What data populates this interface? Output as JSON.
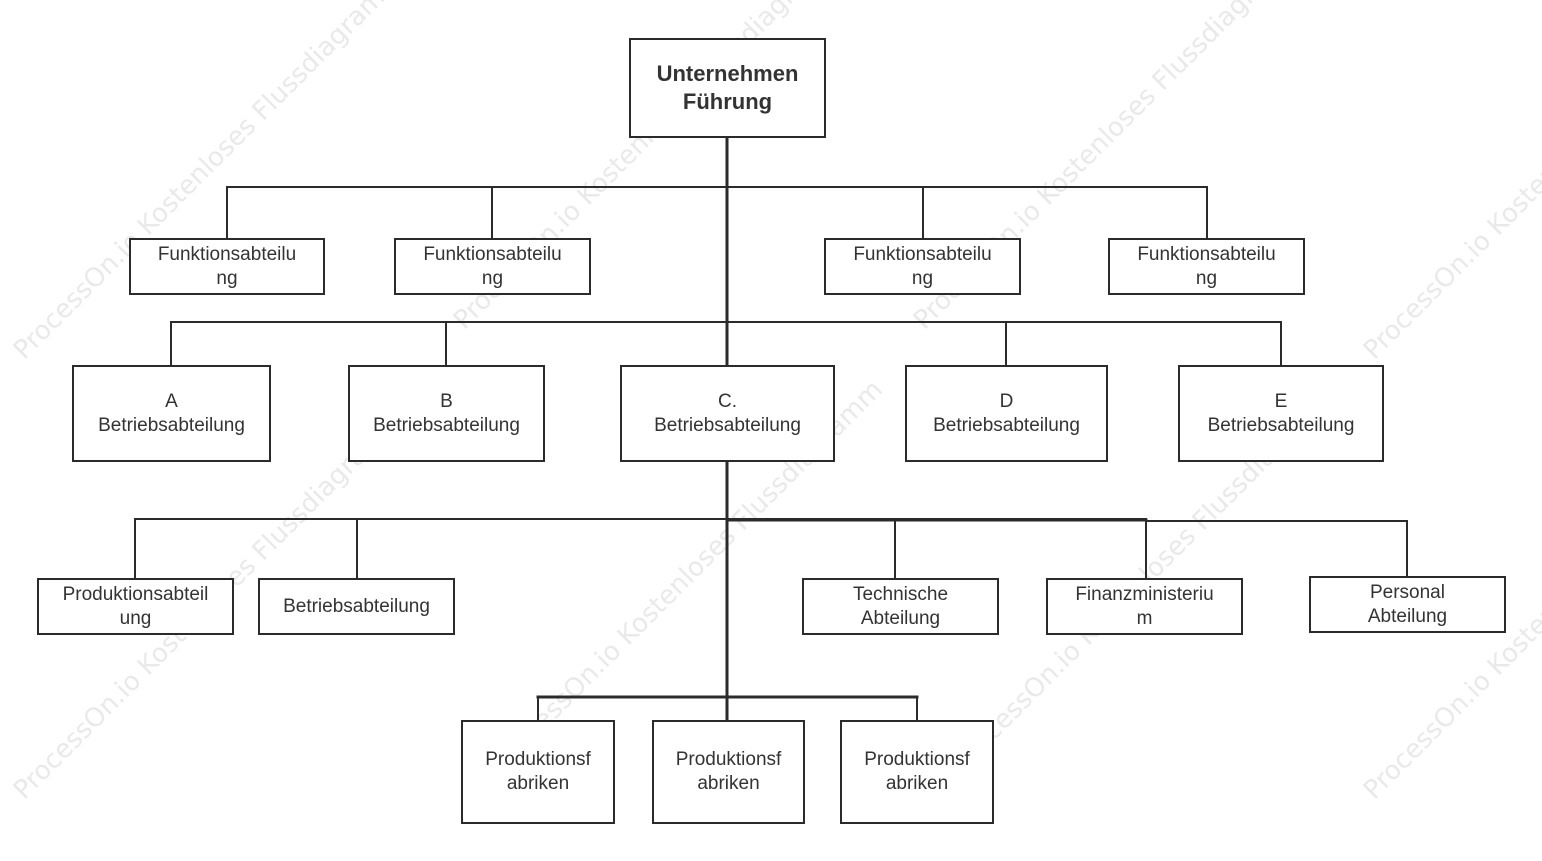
{
  "watermark": "ProcessOn.io Kostenloses Flussdiagramm",
  "colors": {
    "line": "#2b2b2b",
    "text": "#333333",
    "background": "#ffffff"
  },
  "nodes": {
    "root": "Unternehmen\nFührung",
    "func1": "Funktionsabteilu\nng",
    "func2": "Funktionsabteilu\nng",
    "func3": "Funktionsabteilu\nng",
    "func4": "Funktionsabteilu\nng",
    "deptA": "A\nBetriebsabteilung",
    "deptB": "B\nBetriebsabteilung",
    "deptC": "C.\nBetriebsabteilung",
    "deptD": "D\nBetriebsabteilung",
    "deptE": "E\nBetriebsabteilung",
    "produktion": "Produktionsabteil\nung",
    "betrieb": "Betriebsabteilung",
    "technik": "Technische\nAbteilung",
    "finanz": "Finanzministeriu\nm",
    "personal": "Personal\nAbteilung",
    "fabrik1": "Produktionsf\nabriken",
    "fabrik2": "Produktionsf\nabriken",
    "fabrik3": "Produktionsf\nabriken"
  }
}
